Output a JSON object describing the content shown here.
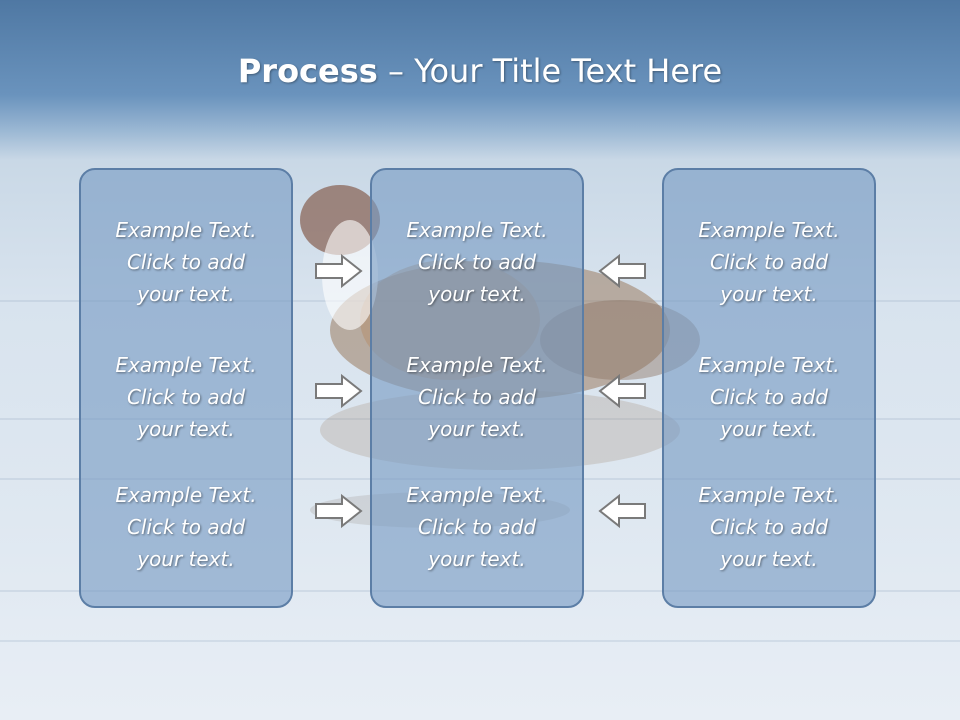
{
  "title": {
    "bold": "Process",
    "rest": " – Your Title Text Here"
  },
  "columns": [
    {
      "items": [
        {
          "l1": "Example Text.",
          "l2": "Click  to add",
          "l3": "your text."
        },
        {
          "l1": "Example Text.",
          "l2": "Click  to add",
          "l3": "your text."
        },
        {
          "l1": "Example Text.",
          "l2": "Click  to add",
          "l3": "your text."
        }
      ]
    },
    {
      "items": [
        {
          "l1": "Example Text.",
          "l2": "Click  to add",
          "l3": "your text."
        },
        {
          "l1": "Example Text.",
          "l2": "Click  to add",
          "l3": "your text."
        },
        {
          "l1": "Example Text.",
          "l2": "Click  to add",
          "l3": "your text."
        }
      ]
    },
    {
      "items": [
        {
          "l1": "Example Text.",
          "l2": "Click  to add",
          "l3": "your text."
        },
        {
          "l1": "Example Text.",
          "l2": "Click  to add",
          "l3": "your text."
        },
        {
          "l1": "Example Text.",
          "l2": "Click  to add",
          "l3": "your text."
        }
      ]
    }
  ],
  "arrows": {
    "left_group": "right-arrow-icon",
    "right_group": "left-arrow-icon"
  },
  "colors": {
    "box_fill": "#7d9bc4",
    "box_border": "#5c7ea6",
    "text": "#ffffff",
    "header_blue": "#4f78a3"
  }
}
